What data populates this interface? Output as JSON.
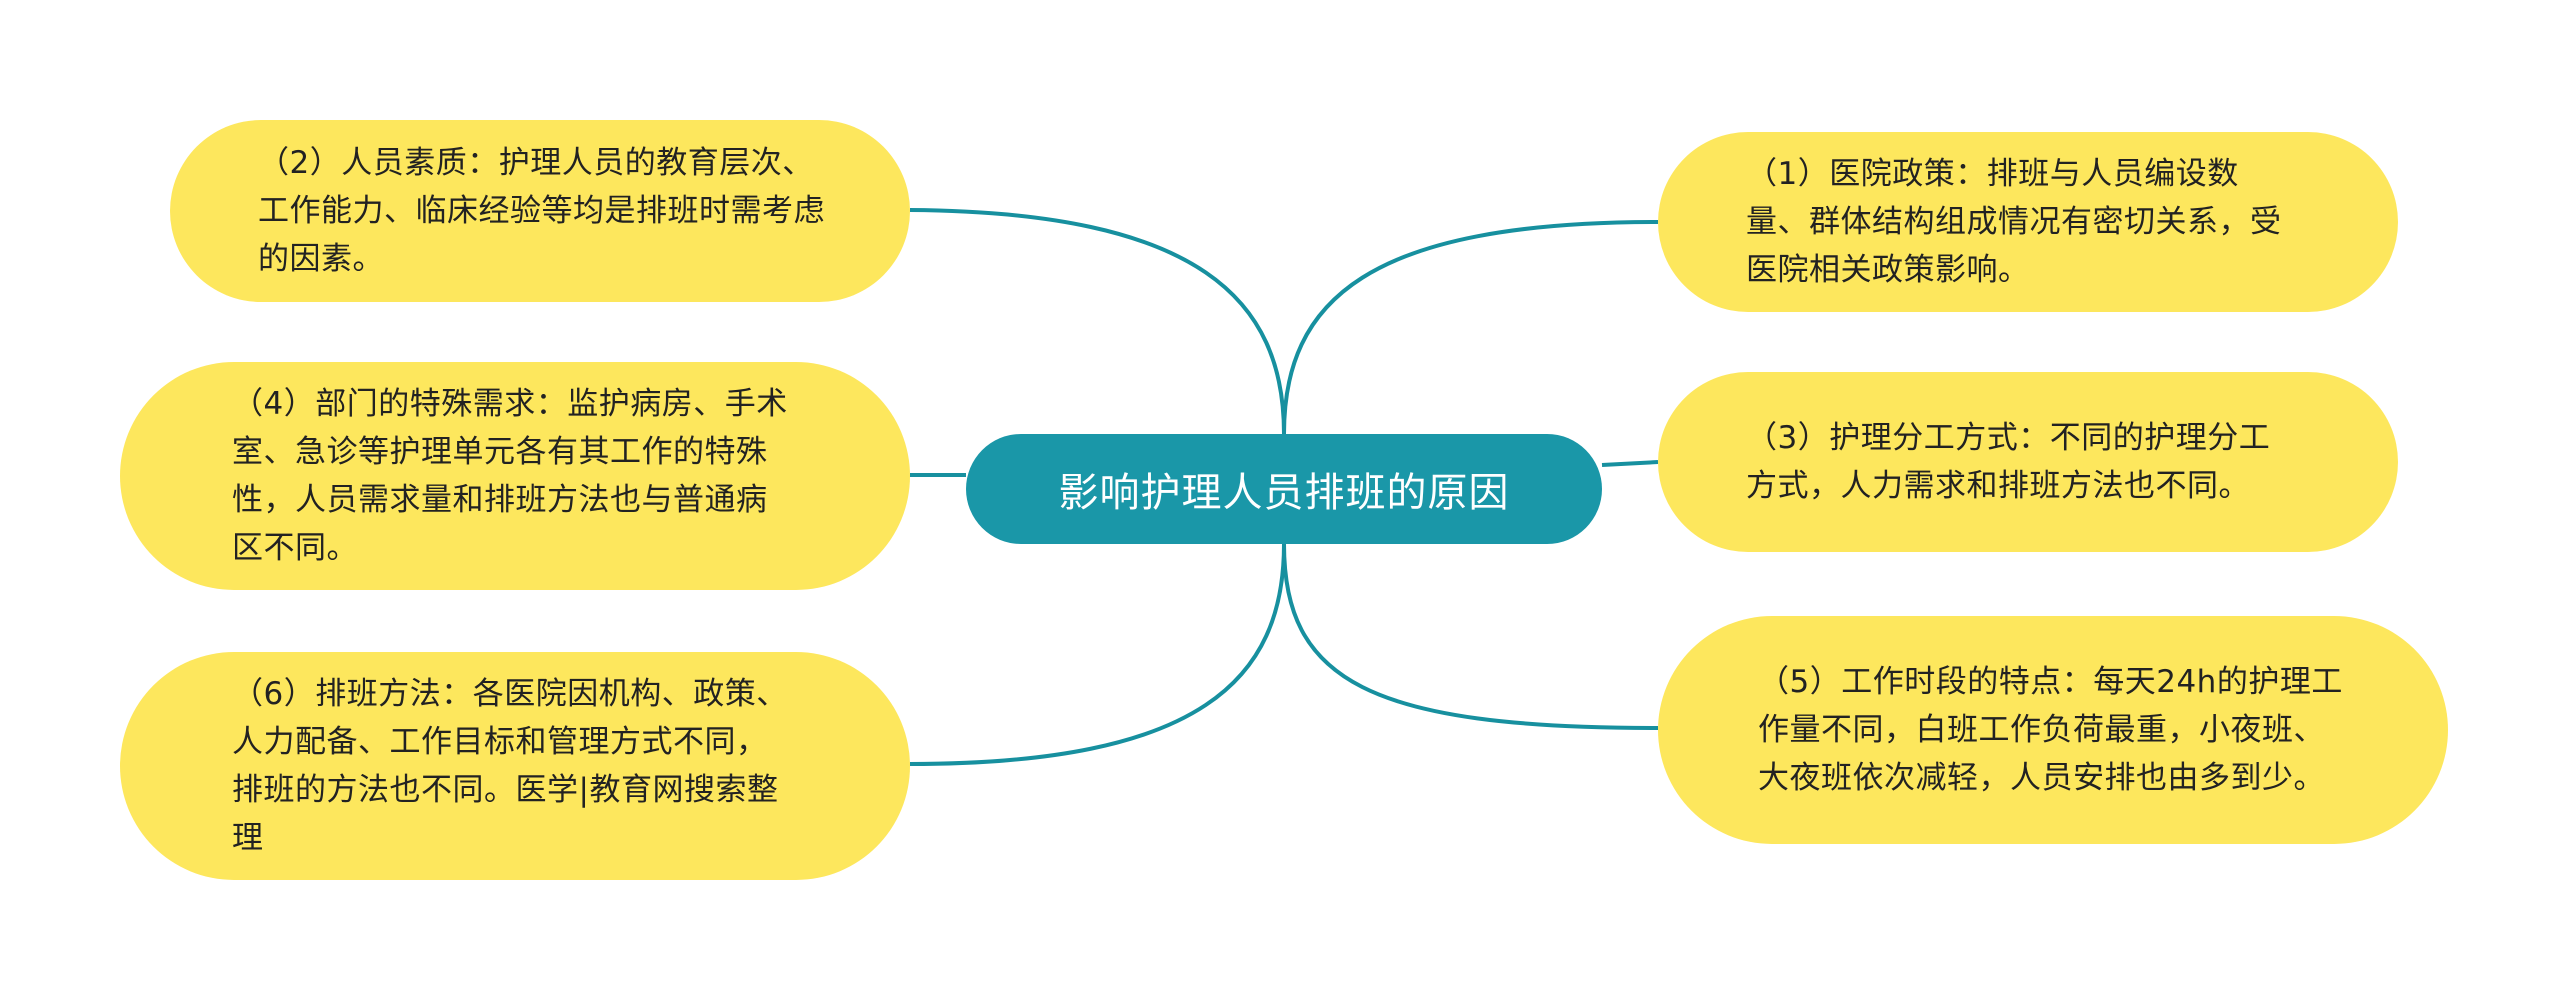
{
  "colors": {
    "line": "#17909f",
    "center_bg": "#1a97a8",
    "node_bg": "#fde75d"
  },
  "center": {
    "label": "影响护理人员排班的原因"
  },
  "branches": {
    "left": [
      {
        "id": "n2",
        "text": "（2）人员素质：护理人员的教育层次、工作能力、临床经验等均是排班时需考虑的因素。"
      },
      {
        "id": "n4",
        "text": "（4）部门的特殊需求：监护病房、手术室、急诊等护理单元各有其工作的特殊性，人员需求量和排班方法也与普通病区不同。"
      },
      {
        "id": "n6",
        "text": "（6）排班方法：各医院因机构、政策、人力配备、工作目标和管理方式不同，排班的方法也不同。医学|教育网搜索整理"
      }
    ],
    "right": [
      {
        "id": "n1",
        "text": "（1）医院政策：排班与人员编设数量、群体结构组成情况有密切关系，受医院相关政策影响。"
      },
      {
        "id": "n3",
        "text": "（3）护理分工方式：不同的护理分工方式，人力需求和排班方法也不同。"
      },
      {
        "id": "n5",
        "text": "（5）工作时段的特点：每天24h的护理工作量不同，白班工作负荷最重，小夜班、大夜班依次减轻，人员安排也由多到少。"
      }
    ]
  }
}
